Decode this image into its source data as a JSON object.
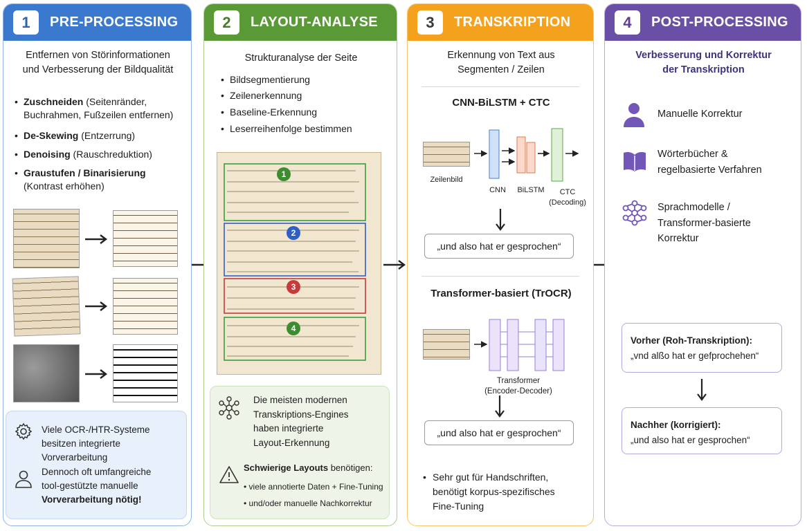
{
  "panels": [
    {
      "number": "1",
      "title": "PRE-PROCESSING",
      "intro_lines": [
        "Entfernen von Störinformationen",
        "und Verbesserung der Bildqualität"
      ],
      "bullets": [
        {
          "bold": "Zuschneiden",
          "rest": " (Seitenränder,",
          "line2": "Buchrahmen, Fußzeilen entfernen)"
        },
        {
          "bold": "De-Skewing",
          "rest": " (Entzerrung)",
          "line2": ""
        },
        {
          "bold": "Denoising",
          "rest": " (Rauschreduktion)",
          "line2": ""
        },
        {
          "bold": "Graustufen / Binarisierung",
          "rest": "",
          "line2": "(Kontrast erhöhen)"
        }
      ],
      "info": {
        "line1a": "Viele OCR-/HTR-Systeme",
        "line1b": "besitzen integrierte Vorverarbeitung",
        "line2a": "Dennoch oft umfangreiche",
        "line2b": "tool-gestützte manuelle",
        "line2c": "Vorverarbeitung nötig!"
      }
    },
    {
      "number": "2",
      "title": "LAYOUT-ANALYSE",
      "intro": "Strukturanalyse der Seite",
      "bullets": [
        "Bildsegmentierung",
        "Zeilenerkennung",
        "Baseline-Erkennung",
        "Leserreihenfolge bestimmen"
      ],
      "regions": [
        "1",
        "2",
        "3",
        "4"
      ],
      "info": {
        "a1": "Die meisten modernen",
        "a2": "Transkriptions-Engines",
        "a3": "haben integrierte",
        "a4": "Layout-Erkennung",
        "warn_bold": "Schwierige Layouts",
        "warn_rest": " benötigen:",
        "sub1": "viele annotierte Daten + Fine-Tuning",
        "sub2": "und/oder manuelle Nachkorrektur"
      }
    },
    {
      "number": "3",
      "title": "TRANSKRIPTION",
      "intro_lines": [
        "Erkennung von Text aus",
        "Segmenten / Zeilen"
      ],
      "model1": {
        "title": "CNN-BiLSTM + CTC",
        "image_label": "Zeilenbild",
        "cnn": "CNN",
        "bilstm": "BiLSTM",
        "ctc": "CTC",
        "ctc_sub": "(Decoding)",
        "output": "„und also hat er gesprochen“"
      },
      "model2": {
        "title": "Transformer-basiert (TrOCR)",
        "label1": "Transformer",
        "label2": "(Encoder-Decoder)",
        "output": "„und also hat er gesprochen“"
      },
      "note_lines": [
        "Sehr gut für Handschriften,",
        "benötigt korpus-spezifisches",
        "Fine-Tuning"
      ]
    },
    {
      "number": "4",
      "title": "POST-PROCESSING",
      "intro_lines": [
        "Verbesserung und Korrektur",
        "der Transkription"
      ],
      "items": [
        {
          "icon": "person-icon",
          "lines": [
            "Manuelle Korrektur"
          ]
        },
        {
          "icon": "book-icon",
          "lines": [
            "Wörterbücher &",
            "regelbasierte Verfahren"
          ]
        },
        {
          "icon": "neural-network-icon",
          "lines": [
            "Sprachmodelle /",
            "Transformer-basierte",
            "Korrektur"
          ]
        }
      ],
      "before": {
        "label": "Vorher (Roh-Transkription):",
        "text": "„vnd alßo hat er gefprochehen“"
      },
      "after": {
        "label": "Nachher (korrigiert):",
        "text": "„und also hat er gesprochen“"
      }
    }
  ],
  "colors": {
    "blue": "#3b79cf",
    "green": "#5a9a36",
    "orange": "#f4a21d",
    "purple": "#6a4fa6"
  }
}
